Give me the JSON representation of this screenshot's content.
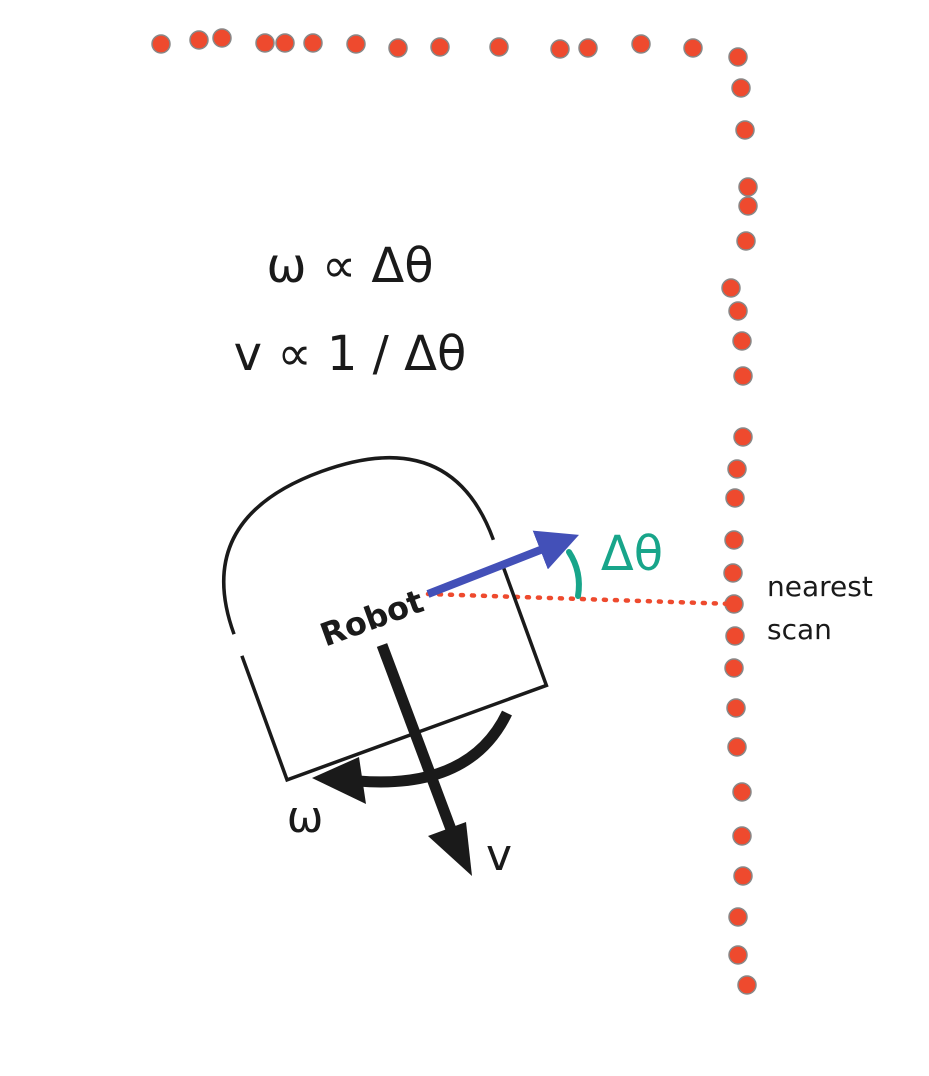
{
  "equations": {
    "omega_relation": "ω ∝ Δθ",
    "v_relation": "v ∝ 1 / Δθ"
  },
  "robot": {
    "label": "Robot"
  },
  "motion": {
    "omega_label": "ω",
    "v_label": "v"
  },
  "heading": {
    "delta_label": "Δθ"
  },
  "scan": {
    "line1": "nearest",
    "line2": "scan"
  },
  "colors": {
    "scan_point": "#ee4a2e",
    "scan_point_stroke": "#888888",
    "heading_arrow": "#4350b8",
    "delta_theta": "#18a58a",
    "ink": "#1a1a1a"
  }
}
